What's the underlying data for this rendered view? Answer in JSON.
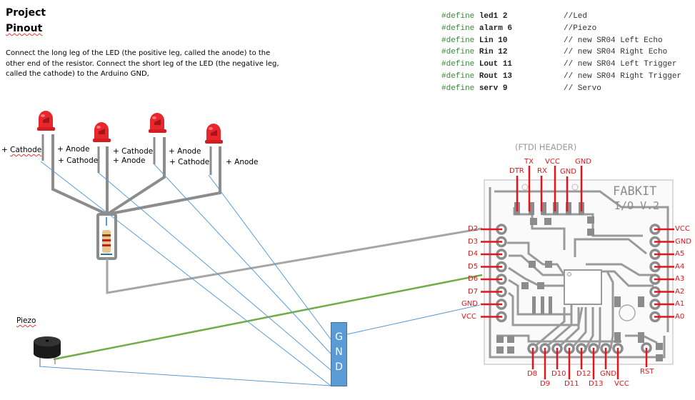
{
  "document": {
    "title_line1": "Project",
    "title_line2": "Pinout",
    "instructions": "Connect the long leg of the LED (the positive leg, called the anode) to the other end of the resistor. Connect the short leg of the LED (the negative leg, called the cathode) to the Arduino GND,"
  },
  "code": {
    "keyword": "#define",
    "defines": [
      {
        "name": "led1 2",
        "comment": "//Led"
      },
      {
        "name": "alarm 6",
        "comment": "//Piezo"
      },
      {
        "name": "Lin 10",
        "comment": "// new SR04 Left Echo"
      },
      {
        "name": "Rin 12",
        "comment": "// new SR04 Right Echo"
      },
      {
        "name": "Lout 11",
        "comment": "// new SR04 Left Trigger"
      },
      {
        "name": "Rout 13",
        "comment": "// new SR04 Right Trigger"
      },
      {
        "name": "serv 9",
        "comment": "// Servo"
      }
    ]
  },
  "leds": {
    "labels": [
      "+ Cathode",
      "+ Anode",
      "+ Cathode",
      "+ Cathode",
      "+ Anode",
      "+ Anode",
      "+ Cathode",
      "+ Anode"
    ]
  },
  "piezo": {
    "label": "Piezo"
  },
  "gnd_block": {
    "letters": [
      "G",
      "N",
      "D"
    ]
  },
  "board": {
    "header_label": "(FTDI HEADER)",
    "name_line1": "FABKIT",
    "name_line2": "I/O V.2",
    "ftdi_pins": [
      "DTR",
      "TX",
      "RX",
      "VCC",
      "GND",
      "GND"
    ],
    "left_pins": [
      "D2",
      "D3",
      "D4",
      "D5",
      "D6",
      "D7",
      "GND",
      "VCC"
    ],
    "right_pins": [
      "VCC",
      "GND",
      "A5",
      "A4",
      "A3",
      "A2",
      "A1",
      "A0"
    ],
    "bottom_pins": [
      "D8",
      "D9",
      "D10",
      "D11",
      "D12",
      "D13",
      "GND",
      "VCC"
    ],
    "reset_pin": "RST"
  },
  "colors": {
    "wire_gray": "#8c8c8c",
    "wire_green": "#70ad47",
    "wire_blue": "#5b9bd5",
    "pin_red": "#e3141b",
    "led_red": "#e8262b",
    "gnd_fill": "#5b9bd5"
  }
}
